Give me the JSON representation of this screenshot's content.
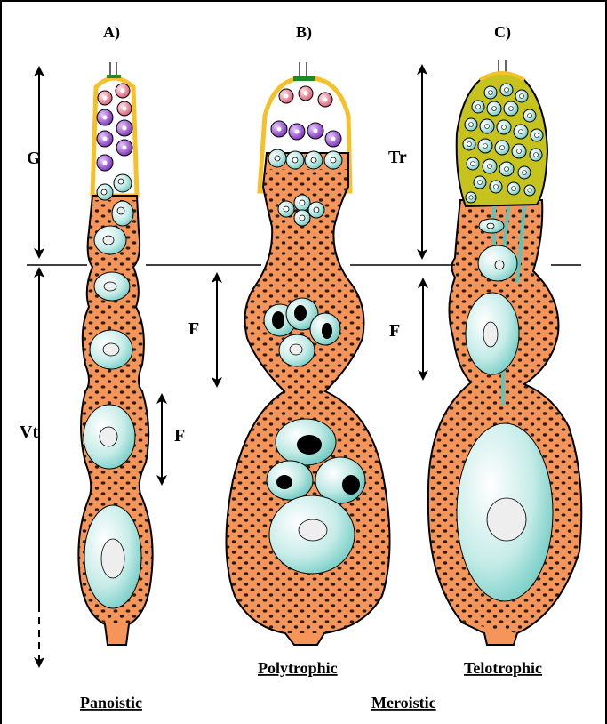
{
  "panels": {
    "a": "A)",
    "b": "B)",
    "c": "C)"
  },
  "zones": {
    "germarium": "G",
    "vitellarium": "Vt",
    "follicle": "F",
    "tropharium": "Tr"
  },
  "types": {
    "panoistic": "Panoistic",
    "polytrophic": "Polytrophic",
    "telotrophic": "Telotrophic",
    "meroistic": "Meroistic"
  },
  "colors": {
    "follicle_tissue": "#f5955a",
    "sheath_yellow": "#f5c02a",
    "trophic_core": "#c6c21e",
    "oocyte_fill": "#a8e2dd",
    "oogonia_red": "#e36c7f",
    "oogonia_purple": "#8a3ec6",
    "terminal_cap": "#1f8a28"
  }
}
